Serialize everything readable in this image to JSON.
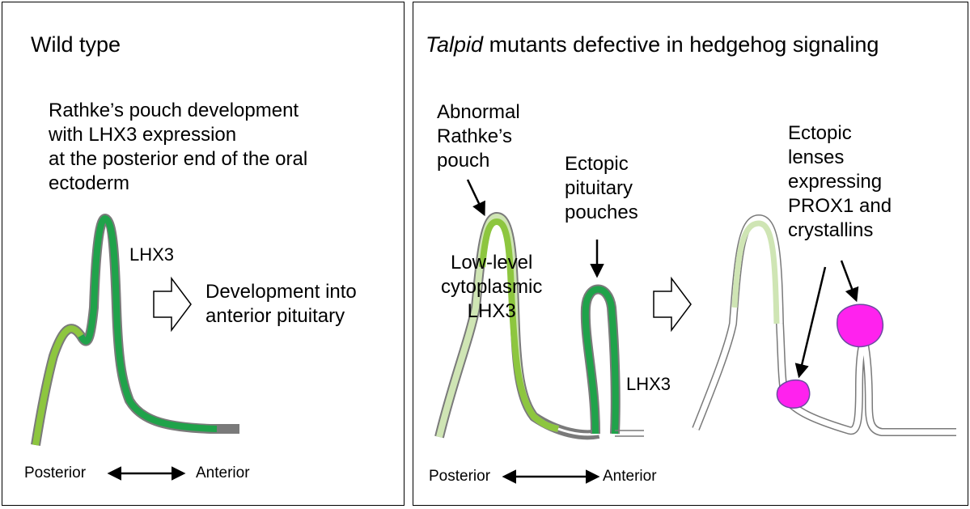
{
  "left_panel": {
    "title": "Wild type",
    "description": [
      "Rathke’s pouch development",
      "with LHX3 expression",
      "at the posterior end of the oral",
      "ectoderm"
    ],
    "lhx3_label": "LHX3",
    "development_label": [
      "Development into",
      "anterior pituitary"
    ],
    "axis": {
      "left": "Posterior",
      "right": "Anterior"
    }
  },
  "right_panel": {
    "title_italic": "Talpid",
    "title_rest": " mutants defective in hedgehog signaling",
    "abnormal_pouch_label": [
      "Abnormal",
      "Rathke’s",
      "pouch"
    ],
    "ectopic_pituitary_label": [
      "Ectopic",
      "pituitary",
      "pouches"
    ],
    "low_level_label": [
      "Low-level",
      "cytoplasmic",
      "LHX3"
    ],
    "lhx3_label": "LHX3",
    "ectopic_lenses_label": [
      "Ectopic",
      "lenses",
      "expressing",
      "PROX1 and",
      "crystallins"
    ],
    "axis": {
      "left": "Posterior",
      "right": "Anterior"
    }
  },
  "colors": {
    "dark_green": "#1fa34a",
    "light_green": "#8dc63f",
    "pale_green": "#cfe5b4",
    "magenta": "#ff22ee",
    "outline_gray": "#7a7a7a"
  }
}
